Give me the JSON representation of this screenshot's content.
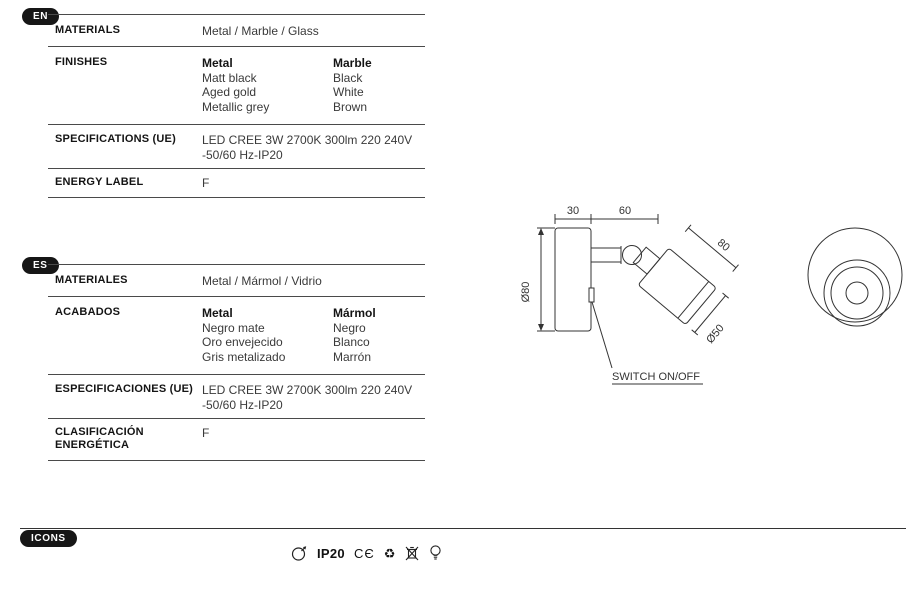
{
  "badges": {
    "en": "EN",
    "es": "ES",
    "icons": "ICONS"
  },
  "en_table": {
    "materials": {
      "label": "MATERIALS",
      "value": "Metal / Marble / Glass"
    },
    "finishes": {
      "label": "FINISHES",
      "metal_title": "Metal",
      "metal_items": [
        "Matt black",
        "Aged gold",
        "Metallic grey"
      ],
      "marble_title": "Marble",
      "marble_items": [
        "Black",
        "White",
        "Brown"
      ]
    },
    "specifications": {
      "label": "SPECIFICATIONS (UE)",
      "line1": "LED CREE 3W 2700K 300lm 220 240V",
      "line2": "-50/60 Hz-IP20"
    },
    "energy": {
      "label": "ENERGY LABEL",
      "value": "F"
    }
  },
  "es_table": {
    "materials": {
      "label": "MATERIALES",
      "value": "Metal / Mármol / Vidrio"
    },
    "finishes": {
      "label": "ACABADOS",
      "metal_title": "Metal",
      "metal_items": [
        "Negro mate",
        "Oro envejecido",
        "Gris metalizado"
      ],
      "marble_title": "Mármol",
      "marble_items": [
        "Negro",
        "Blanco",
        "Marrón"
      ]
    },
    "specifications": {
      "label": "ESPECIFICACIONES (UE)",
      "line1": "LED CREE 3W 2700K 300lm 220 240V",
      "line2": "-50/60 Hz-IP20"
    },
    "energy": {
      "label": "CLASIFICACIÓN ENERGÉTICA",
      "value": "F"
    }
  },
  "drawing": {
    "dim_30": "30",
    "dim_60": "60",
    "dim_d80": "Ø80",
    "dim_80": "80",
    "dim_d50": "Ø50",
    "switch_label": "SWITCH ON/OFF"
  },
  "icons_row": {
    "ip_rating": "IP20",
    "ce_mark": "CЄ",
    "recycle_glyph": "♻"
  }
}
